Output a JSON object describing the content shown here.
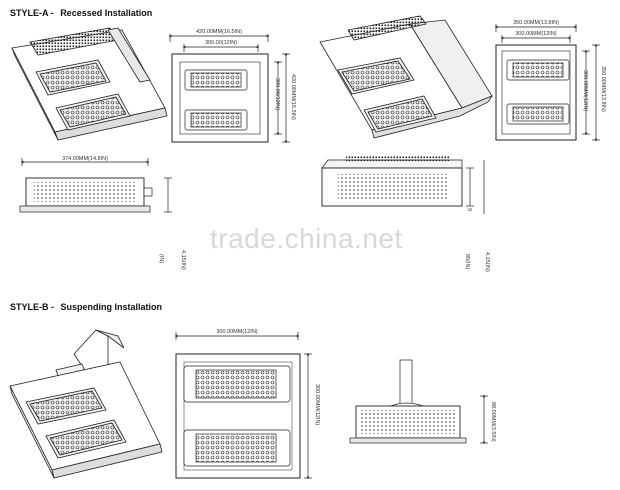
{
  "sections": {
    "style_a": {
      "prefix": "STYLE-A -",
      "title": "Recessed Installation"
    },
    "style_b": {
      "prefix": "STYLE-B -",
      "title": "Suspending Installation"
    }
  },
  "dimensions": {
    "a1_front_top": "420.00MM(16.5IN)",
    "a1_front_top_inner": "300.00(12IN)",
    "a1_front_side": "420.00MM(16.5IN)",
    "a1_front_side_inner": "300.00(12IN)",
    "a2_front_top": "350.00MM(13.8IN)",
    "a2_front_top_inner": "300.00MM(12IN)",
    "a2_front_side": "350.00MM(13.8IN)",
    "a2_front_side_inner": "300.00MM(12IN)",
    "a1_side_width": "374.00MM(14.8IN)",
    "a1_side_h1": "4.15(IN)",
    "a1_side_h2": "(IN)",
    "a2_side_h1": "4.15(IN)",
    "a2_side_h2": "85(IN)",
    "a2_side_h3": "9",
    "b_front_top": "300.00MM(12IN)",
    "b_front_side": "300.00MM(12IN)",
    "b_side_h": "88.00MM(3.5IN)"
  },
  "watermark": "trade.china.net"
}
